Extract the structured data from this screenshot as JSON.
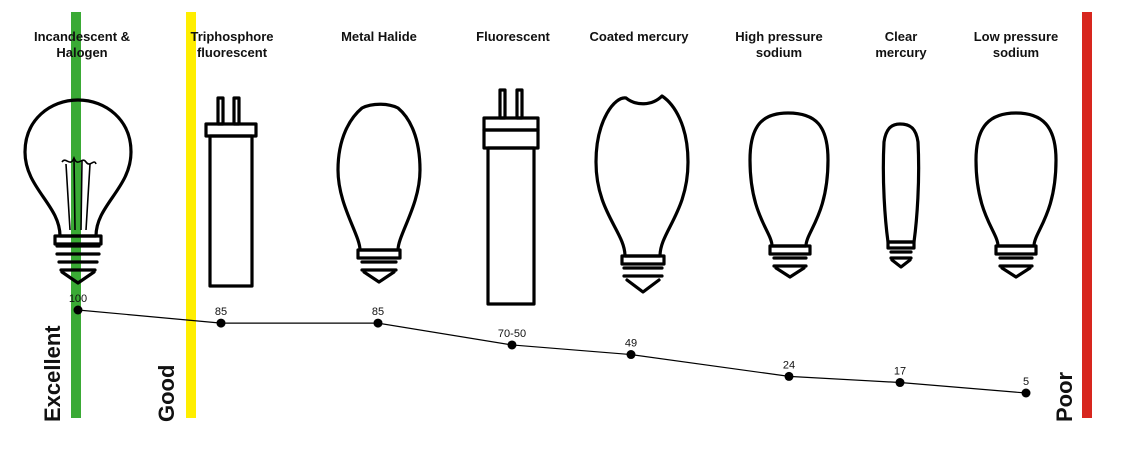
{
  "colors": {
    "excellent": "#3aaa35",
    "good": "#ffee00",
    "poor": "#d7261e",
    "line": "#000000"
  },
  "grades": {
    "excellent": "Excellent",
    "good": "Good",
    "poor": "Poor"
  },
  "lamps": [
    {
      "name": "Incandescent &\nHalogen",
      "icon": "incandescent-bulb-icon"
    },
    {
      "name": "Triphosphore\nfluorescent",
      "icon": "tube-lamp-icon"
    },
    {
      "name": "Metal Halide",
      "icon": "metal-halide-lamp-icon"
    },
    {
      "name": "Fluorescent",
      "icon": "compact-fluorescent-icon"
    },
    {
      "name": "Coated mercury",
      "icon": "coated-mercury-lamp-icon"
    },
    {
      "name": "High pressure\nsodium",
      "icon": "hps-lamp-icon"
    },
    {
      "name": "Clear\nmercury",
      "icon": "clear-mercury-lamp-icon"
    },
    {
      "name": "Low pressure\nsodium",
      "icon": "lps-lamp-icon"
    }
  ],
  "chart_data": {
    "type": "line",
    "title": "",
    "categories": [
      "Incandescent & Halogen",
      "Triphosphore fluorescent",
      "Metal Halide",
      "Fluorescent",
      "Coated mercury",
      "High pressure sodium",
      "Clear mercury",
      "Low pressure sodium"
    ],
    "values": [
      100,
      85,
      85,
      60,
      49,
      24,
      17,
      5
    ],
    "data_labels": [
      "100",
      "85",
      "85",
      "70-50",
      "49",
      "24",
      "17",
      "5"
    ],
    "ylim": [
      0,
      100
    ],
    "grid": false,
    "legend": "none"
  }
}
